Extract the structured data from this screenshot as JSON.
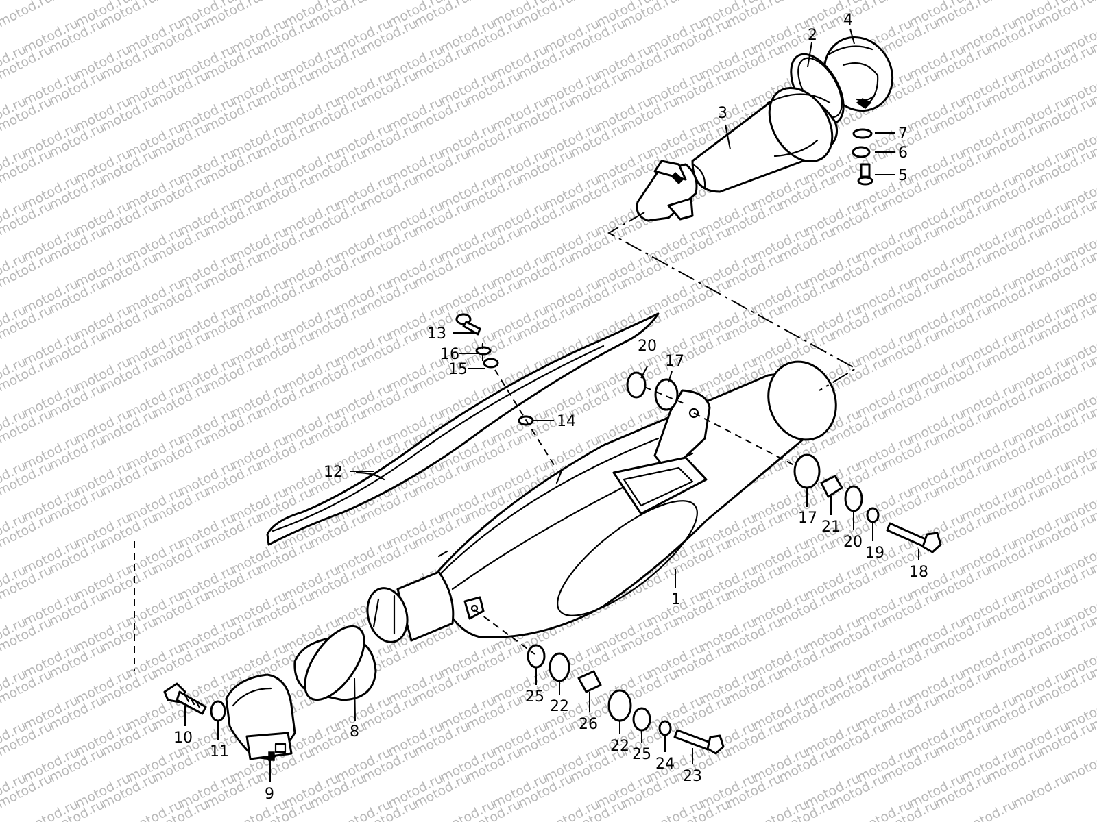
{
  "watermark": {
    "text": "motod.ru",
    "color": "#b8b8b8"
  },
  "callouts": [
    {
      "id": "1",
      "text": "1"
    },
    {
      "id": "2",
      "text": "2"
    },
    {
      "id": "3",
      "text": "3"
    },
    {
      "id": "4",
      "text": "4"
    },
    {
      "id": "5",
      "text": "5"
    },
    {
      "id": "6",
      "text": "6"
    },
    {
      "id": "7",
      "text": "7"
    },
    {
      "id": "8",
      "text": "8"
    },
    {
      "id": "9",
      "text": "9"
    },
    {
      "id": "10",
      "text": "10"
    },
    {
      "id": "11",
      "text": "11"
    },
    {
      "id": "12",
      "text": "12"
    },
    {
      "id": "13",
      "text": "13"
    },
    {
      "id": "14",
      "text": "14"
    },
    {
      "id": "15",
      "text": "15"
    },
    {
      "id": "16",
      "text": "16"
    },
    {
      "id": "17a",
      "text": "17"
    },
    {
      "id": "17b",
      "text": "17"
    },
    {
      "id": "18",
      "text": "18"
    },
    {
      "id": "19",
      "text": "19"
    },
    {
      "id": "20a",
      "text": "20"
    },
    {
      "id": "20b",
      "text": "20"
    },
    {
      "id": "21",
      "text": "21"
    },
    {
      "id": "22a",
      "text": "22"
    },
    {
      "id": "22b",
      "text": "22"
    },
    {
      "id": "23",
      "text": "23"
    },
    {
      "id": "24",
      "text": "24"
    },
    {
      "id": "25a",
      "text": "25"
    },
    {
      "id": "25b",
      "text": "25"
    },
    {
      "id": "26",
      "text": "26"
    }
  ]
}
